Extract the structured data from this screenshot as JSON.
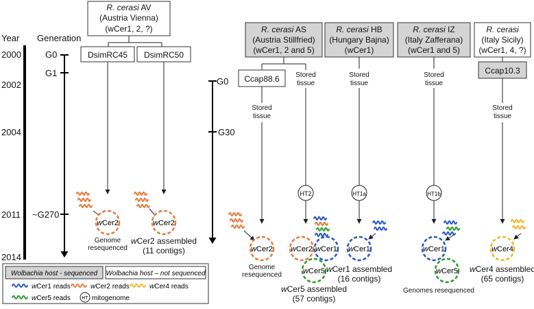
{
  "timeline": {
    "year_header": "Year",
    "generation_header": "Generation",
    "years": [
      "2000",
      "2002",
      "2004",
      "2011",
      "2014"
    ],
    "gens_left": [
      "G0",
      "G1",
      "~G270"
    ],
    "gens_right": [
      "G0",
      "G30"
    ]
  },
  "populations": {
    "av": {
      "species": "R. cerasi",
      "code": "AV",
      "place": "(Austria Vienna)",
      "strains": "(wCer1, 2, ?)"
    },
    "as": {
      "species": "R. cerasi",
      "code": "AS",
      "place": "(Austria Stillfried)",
      "strains": "(wCer1, 2 and 5)"
    },
    "hb": {
      "species": "R. cerasi",
      "code": "HB",
      "place": "(Hungary Bajna)",
      "strains": "(wCer1)"
    },
    "iz": {
      "species": "R. cerasi",
      "code": "IZ",
      "place": "(Italy Zafferana)",
      "strains": "(wCer1 and 5)"
    },
    "sicily": {
      "species": "R. cerasi",
      "code": "",
      "place": "(Italy Sicily)",
      "strains": "(wCer1, 4, ?)"
    }
  },
  "lines": {
    "dsim45": "DsimRC45",
    "dsim50": "DsimRC50",
    "ccap88": "Ccap88.6",
    "ccap10": "Ccap10.3"
  },
  "stored_tissue": [
    "Stored",
    "tissue"
  ],
  "mitogenomes": [
    "HT2",
    "HT1a",
    "HT1b"
  ],
  "strains": {
    "wcer1": "wCer1",
    "wcer2": "wCer2",
    "wcer4": "wCer4",
    "wcer5": "wCer5"
  },
  "captions": {
    "genome_reseq_1": "Genome",
    "genome_reseq_2": "resequenced",
    "wcer2_assembled": "wCer2 assembled",
    "wcer2_contigs": "(11 contigs)",
    "wcer5_assembled": "wCer5 assembled",
    "wcer5_contigs": "(57 contigs)",
    "wcer1_assembled": "wCer1 assembled",
    "wcer1_contigs": "(16 contigs)",
    "genomes_reseq": "Genomes resequenced",
    "wcer4_assembled": "wCer4 assembled",
    "wcer4_contigs": "(65 contigs)"
  },
  "legend": {
    "host_sequenced": "Wolbachia host - sequenced",
    "host_not_sequenced": "Wolbachia host – not sequenced",
    "wcer1_reads": "wCer1 reads",
    "wcer2_reads": "wCer2 reads",
    "wcer4_reads": "wCer4 reads",
    "wcer5_reads": "wCer5 reads",
    "ht_symbol": "HT",
    "mitogenome": "mitogenome"
  },
  "colors": {
    "wcer1": "#2456c8",
    "wcer2": "#e8793a",
    "wcer4": "#f2b52a",
    "wcer5": "#2a9a2a",
    "host_sequenced_fill": "#d4d4d4"
  }
}
